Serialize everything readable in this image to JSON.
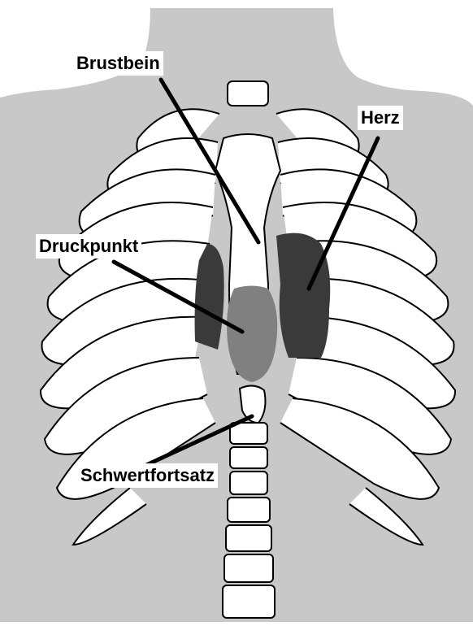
{
  "labels": {
    "brustbein": "Brustbein",
    "herz": "Herz",
    "druckpunkt": "Druckpunkt",
    "schwertfortsatz": "Schwertfortsatz"
  },
  "colors": {
    "body": "#c8c8c8",
    "bone": "#ffffff",
    "outline": "#000000",
    "heart": "#3a3a3a",
    "pressure_point": "#808080",
    "cartilage": "#b4b4b4"
  }
}
